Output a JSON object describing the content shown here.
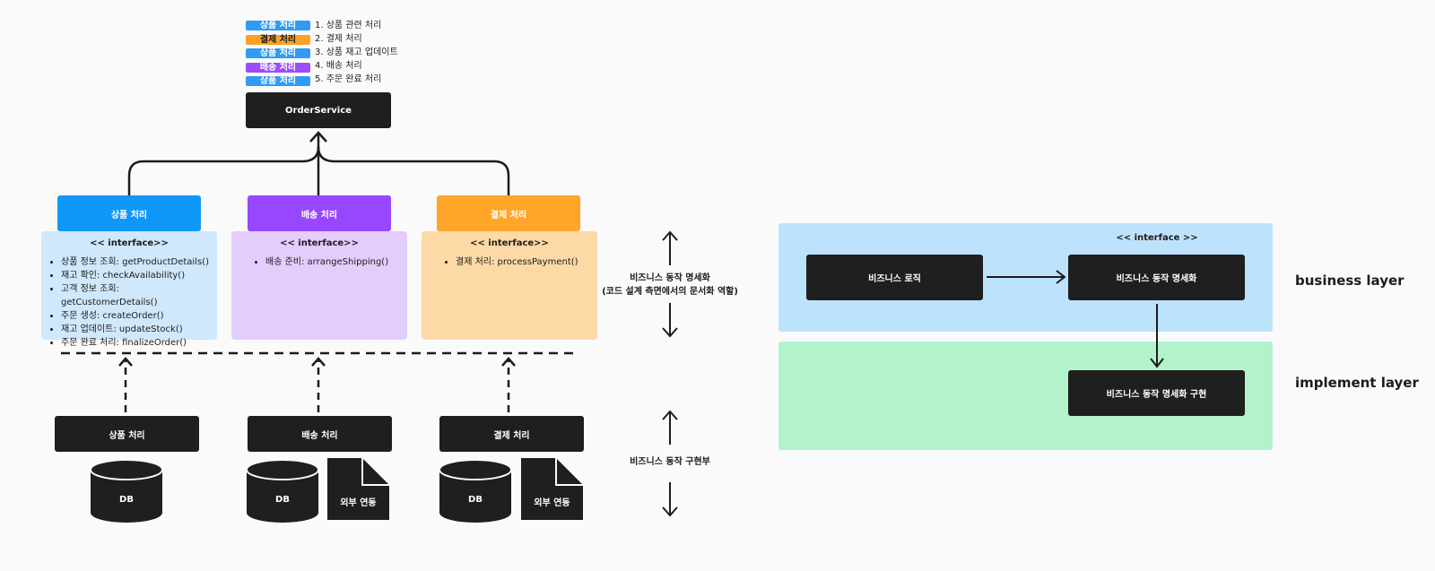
{
  "legend": [
    {
      "tag": "상품 처리",
      "tag_color": "#2f9bf4",
      "text_color": "#ffffff",
      "step": "1. 상품 관련 처리"
    },
    {
      "tag": "결제 처리",
      "tag_color": "#f9a227",
      "text_color": "#1c1c1c",
      "step": "2. 결제 처리"
    },
    {
      "tag": "상품 처리",
      "tag_color": "#2f9bf4",
      "text_color": "#ffffff",
      "step": "3. 상품 재고 업데이트"
    },
    {
      "tag": "배송 처리",
      "tag_color": "#9b4dff",
      "text_color": "#ffffff",
      "step": "4. 배송 처리"
    },
    {
      "tag": "상품 처리",
      "tag_color": "#2f9bf4",
      "text_color": "#ffffff",
      "step": "5. 주문 완료 처리"
    }
  ],
  "order_service": "OrderService",
  "interfaces": [
    {
      "header": "상품 처리",
      "title": "<< interface>>",
      "items": [
        "상품 정보 조회: getProductDetails()",
        "재고 확인: checkAvailability()",
        "고객 정보 조회: getCustomerDetails()",
        "주문 생성: createOrder()",
        "재고 업데이트: updateStock()",
        "주문 완료 처리: finalizeOrder()"
      ]
    },
    {
      "header": "배송 처리",
      "title": "<< interface>>",
      "items": [
        "배송 준비: arrangeShipping()"
      ]
    },
    {
      "header": "결제 처리",
      "title": "<< interface>>",
      "items": [
        "결제 처리: processPayment()"
      ]
    }
  ],
  "colors": {
    "product": "#0f98f8",
    "product_bg": "#cfe8fb",
    "shipping": "#9747ff",
    "shipping_bg": "#e3cdfd",
    "payment": "#ffa629",
    "payment_bg": "#fdd9a5",
    "dark": "#1f1f1f",
    "business_layer_bg": "#bde3fc",
    "implement_layer_bg": "#b2f3cb"
  },
  "impl": {
    "product": "상품 처리",
    "shipping": "배송 처리",
    "payment": "결제 처리",
    "db": "DB",
    "external": "외부 연동"
  },
  "side_labels": {
    "spec_line1": "비즈니스 동작 명세화",
    "spec_line2": "(코드 설계 측면에서의 문서화 역할)",
    "impl": "비즈니스 동작 구현부"
  },
  "right": {
    "interface_tag": "<< interface >>",
    "logic": "비즈니스 로직",
    "spec": "비즈니스 동작 명세화",
    "spec_impl": "비즈니스 동작 명세화 구현",
    "business_layer": "business layer",
    "implement_layer": "implement layer"
  }
}
